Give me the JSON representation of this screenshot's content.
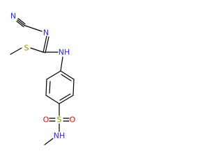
{
  "structure": {
    "atoms": {
      "n_nitrile": {
        "label": "N"
      },
      "n_imine": {
        "label": "N"
      },
      "s_thio": {
        "label": "S"
      },
      "nh_amine": {
        "label": "NH"
      },
      "s_sulfonyl": {
        "label": "S"
      },
      "o_left": {
        "label": "O"
      },
      "o_right": {
        "label": "O"
      },
      "nh_sulfonamide": {
        "label": "NH"
      }
    }
  },
  "colors": {
    "bond": "#000000",
    "nitrogen": "#2a2ad0",
    "sulfur": "#a08a00",
    "oxygen": "#d01010",
    "background": "#ffffff"
  }
}
